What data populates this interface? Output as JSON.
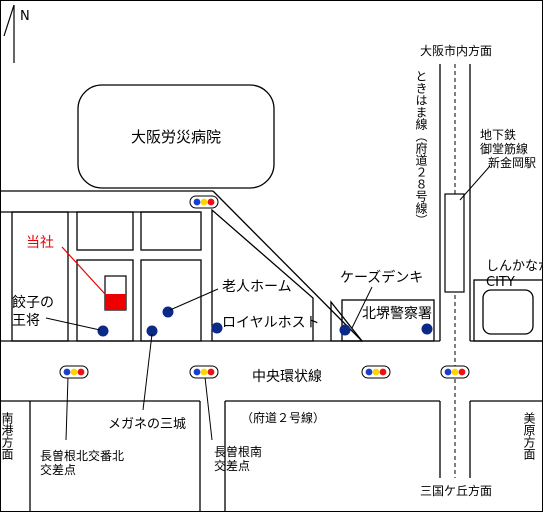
{
  "map": {
    "north": "N",
    "hospital": "大阪労災病院",
    "our_company": "当社",
    "gyoza_line1": "餃子の",
    "gyoza_line2": "王将",
    "nursing_home": "老人ホーム",
    "royal_host": "ロイヤルホスト",
    "ks_denki": "ケーズデンキ",
    "police": "北堺警察署",
    "shinkanaka_line1": "しんかなか",
    "shinkanaka_line2": "CITY",
    "main_road": "中央環状線",
    "pref_road2": "（府道２号線）",
    "megane": "メガネの三城",
    "tokiwama": "ときはま線（府道２８号線）",
    "osaka_dir": "大阪市内方面",
    "subway_line1": "地下鉄",
    "subway_line2": "御堂筋線",
    "subway_line3": "新金岡駅",
    "nankou_dir": "南港方面",
    "mihara_dir": "美原方面",
    "nagasone_kitaban_line1": "長曽根北交番北",
    "nagasone_kitaban_line2": "交差点",
    "nagasone_minami_line1": "長曽根南",
    "nagasone_minami_line2": "交差点",
    "mikunigaoka_dir": "三国ケ丘方面"
  },
  "colors": {
    "highlight": "#ee0000",
    "shop_dot": "#0b2a88",
    "signal_blue": "#1a3fd0",
    "signal_yellow": "#ffd400",
    "signal_red": "#ee1111"
  }
}
